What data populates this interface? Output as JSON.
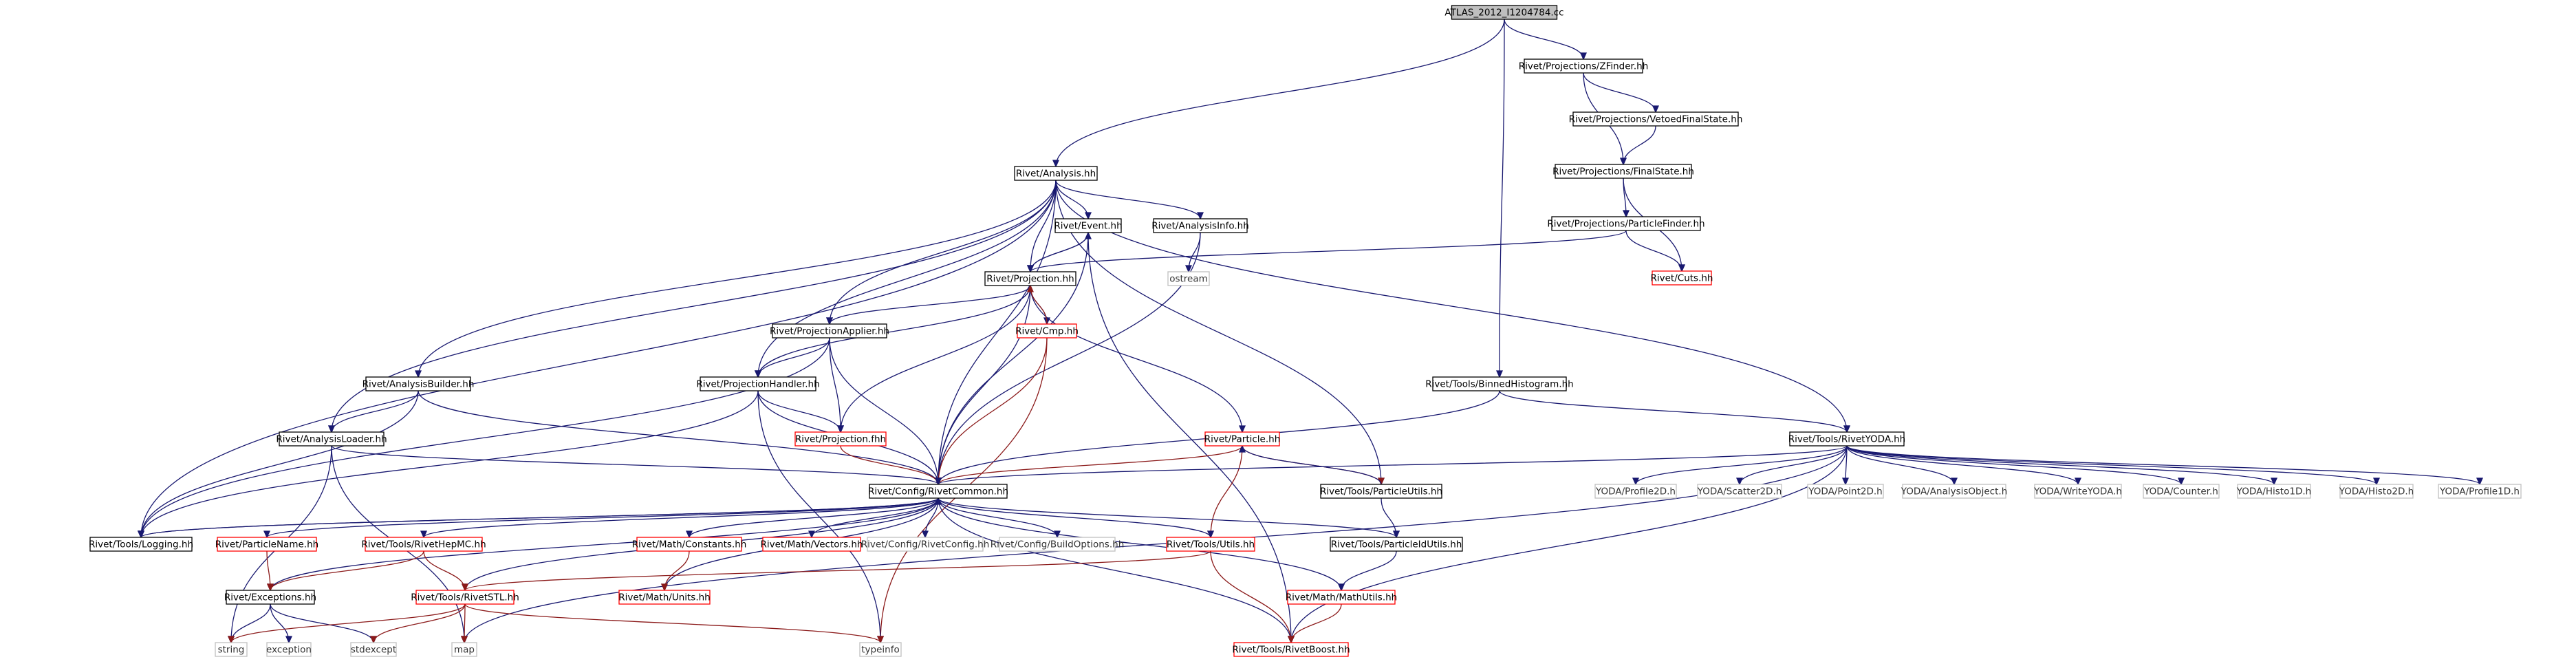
{
  "colors": {
    "edge": "#191970",
    "edge_red": "#8b1a1a",
    "black_border": "#000000",
    "red_border": "#ff0000",
    "gray_border": "#bfbfbf",
    "root_fill": "#bfbfbf",
    "node_fill": "#ffffff"
  },
  "nodes": [
    {
      "id": "root",
      "label": "ATLAS_2012_I1204784.cc",
      "style": "root"
    },
    {
      "id": "zfinder",
      "label": "Rivet/Projections/ZFinder.hh",
      "style": "black"
    },
    {
      "id": "vetoed",
      "label": "Rivet/Projections/VetoedFinalState.hh",
      "style": "black"
    },
    {
      "id": "finalstate",
      "label": "Rivet/Projections/FinalState.hh",
      "style": "black"
    },
    {
      "id": "partfinder",
      "label": "Rivet/Projections/ParticleFinder.hh",
      "style": "black"
    },
    {
      "id": "cuts",
      "label": "Rivet/Cuts.hh",
      "style": "red"
    },
    {
      "id": "analysis",
      "label": "Rivet/Analysis.hh",
      "style": "black"
    },
    {
      "id": "event",
      "label": "Rivet/Event.hh",
      "style": "black"
    },
    {
      "id": "analysisinfo",
      "label": "Rivet/AnalysisInfo.hh",
      "style": "black"
    },
    {
      "id": "ostream",
      "label": "ostream",
      "style": "gray"
    },
    {
      "id": "projection",
      "label": "Rivet/Projection.hh",
      "style": "black"
    },
    {
      "id": "projapplier",
      "label": "Rivet/ProjectionApplier.hh",
      "style": "black"
    },
    {
      "id": "cmp",
      "label": "Rivet/Cmp.hh",
      "style": "red"
    },
    {
      "id": "anbuilder",
      "label": "Rivet/AnalysisBuilder.hh",
      "style": "black"
    },
    {
      "id": "projhandler",
      "label": "Rivet/ProjectionHandler.hh",
      "style": "black"
    },
    {
      "id": "binnedhisto",
      "label": "Rivet/Tools/BinnedHistogram.hh",
      "style": "black"
    },
    {
      "id": "anloader",
      "label": "Rivet/AnalysisLoader.hh",
      "style": "black"
    },
    {
      "id": "projfhh",
      "label": "Rivet/Projection.fhh",
      "style": "red"
    },
    {
      "id": "particle",
      "label": "Rivet/Particle.hh",
      "style": "red"
    },
    {
      "id": "rivetyoda",
      "label": "Rivet/Tools/RivetYODA.hh",
      "style": "black"
    },
    {
      "id": "common",
      "label": "Rivet/Config/RivetCommon.hh",
      "style": "black"
    },
    {
      "id": "partutils",
      "label": "Rivet/Tools/ParticleUtils.hh",
      "style": "black"
    },
    {
      "id": "yprofile2d",
      "label": "YODA/Profile2D.h",
      "style": "gray"
    },
    {
      "id": "yscatter2d",
      "label": "YODA/Scatter2D.h",
      "style": "gray"
    },
    {
      "id": "ypoint2d",
      "label": "YODA/Point2D.h",
      "style": "gray"
    },
    {
      "id": "yanobj",
      "label": "YODA/AnalysisObject.h",
      "style": "gray"
    },
    {
      "id": "ywrite",
      "label": "YODA/WriteYODA.h",
      "style": "gray"
    },
    {
      "id": "ycounter",
      "label": "YODA/Counter.h",
      "style": "gray"
    },
    {
      "id": "yhisto1d",
      "label": "YODA/Histo1D.h",
      "style": "gray"
    },
    {
      "id": "yhisto2d",
      "label": "YODA/Histo2D.h",
      "style": "gray"
    },
    {
      "id": "yprofile1d",
      "label": "YODA/Profile1D.h",
      "style": "gray"
    },
    {
      "id": "logging",
      "label": "Rivet/Tools/Logging.hh",
      "style": "black"
    },
    {
      "id": "partname",
      "label": "Rivet/ParticleName.hh",
      "style": "red"
    },
    {
      "id": "hepmc",
      "label": "Rivet/Tools/RivetHepMC.hh",
      "style": "red"
    },
    {
      "id": "constants",
      "label": "Rivet/Math/Constants.hh",
      "style": "red"
    },
    {
      "id": "vectors",
      "label": "Rivet/Math/Vectors.hh",
      "style": "red"
    },
    {
      "id": "rivetconfig",
      "label": "Rivet/Config/RivetConfig.hh",
      "style": "gray"
    },
    {
      "id": "buildopts",
      "label": "Rivet/Config/BuildOptions.hh",
      "style": "gray"
    },
    {
      "id": "utils",
      "label": "Rivet/Tools/Utils.hh",
      "style": "red"
    },
    {
      "id": "partidutils",
      "label": "Rivet/Tools/ParticleIdUtils.hh",
      "style": "black"
    },
    {
      "id": "exceptions",
      "label": "Rivet/Exceptions.hh",
      "style": "black"
    },
    {
      "id": "rivetstl",
      "label": "Rivet/Tools/RivetSTL.hh",
      "style": "red"
    },
    {
      "id": "units",
      "label": "Rivet/Math/Units.hh",
      "style": "red"
    },
    {
      "id": "mathutils",
      "label": "Rivet/Math/MathUtils.hh",
      "style": "red"
    },
    {
      "id": "string",
      "label": "string",
      "style": "gray"
    },
    {
      "id": "exception",
      "label": "exception",
      "style": "gray"
    },
    {
      "id": "stdexcept",
      "label": "stdexcept",
      "style": "gray"
    },
    {
      "id": "map",
      "label": "map",
      "style": "gray"
    },
    {
      "id": "typeinfo",
      "label": "typeinfo",
      "style": "gray"
    },
    {
      "id": "boost",
      "label": "Rivet/Tools/RivetBoost.hh",
      "style": "red"
    }
  ],
  "edges": [
    [
      "root",
      "zfinder"
    ],
    [
      "root",
      "analysis"
    ],
    [
      "root",
      "binnedhisto"
    ],
    [
      "zfinder",
      "vetoed"
    ],
    [
      "zfinder",
      "finalstate"
    ],
    [
      "vetoed",
      "finalstate"
    ],
    [
      "finalstate",
      "partfinder"
    ],
    [
      "finalstate",
      "cuts"
    ],
    [
      "partfinder",
      "cuts"
    ],
    [
      "partfinder",
      "projection"
    ],
    [
      "analysis",
      "event"
    ],
    [
      "analysis",
      "analysisinfo"
    ],
    [
      "analysis",
      "projection"
    ],
    [
      "analysis",
      "projapplier"
    ],
    [
      "analysis",
      "anbuilder"
    ],
    [
      "analysis",
      "projhandler"
    ],
    [
      "analysis",
      "anloader"
    ],
    [
      "analysis",
      "common"
    ],
    [
      "analysis",
      "partutils"
    ],
    [
      "analysis",
      "rivetyoda"
    ],
    [
      "analysis",
      "logging"
    ],
    [
      "event",
      "projection"
    ],
    [
      "event",
      "common"
    ],
    [
      "event",
      "boost"
    ],
    [
      "analysisinfo",
      "ostream"
    ],
    [
      "analysisinfo",
      "common"
    ],
    [
      "projection",
      "event"
    ],
    [
      "projection",
      "cmp"
    ],
    [
      "projection",
      "projapplier"
    ],
    [
      "projection",
      "projhandler"
    ],
    [
      "projection",
      "projfhh"
    ],
    [
      "projection",
      "particle"
    ],
    [
      "projection",
      "common"
    ],
    [
      "cmp",
      "projection"
    ],
    [
      "cmp",
      "common"
    ],
    [
      "cmp",
      "typeinfo"
    ],
    [
      "projapplier",
      "projhandler"
    ],
    [
      "projapplier",
      "projfhh"
    ],
    [
      "projapplier",
      "common"
    ],
    [
      "projapplier",
      "logging"
    ],
    [
      "anbuilder",
      "anloader"
    ],
    [
      "anbuilder",
      "common"
    ],
    [
      "anbuilder",
      "logging"
    ],
    [
      "projhandler",
      "projfhh"
    ],
    [
      "projhandler",
      "common"
    ],
    [
      "projhandler",
      "logging"
    ],
    [
      "projhandler",
      "typeinfo"
    ],
    [
      "anloader",
      "common"
    ],
    [
      "anloader",
      "string"
    ],
    [
      "anloader",
      "map"
    ],
    [
      "projfhh",
      "common"
    ],
    [
      "binnedhisto",
      "common"
    ],
    [
      "binnedhisto",
      "rivetyoda"
    ],
    [
      "particle",
      "common"
    ],
    [
      "particle",
      "partutils"
    ],
    [
      "particle",
      "utils"
    ],
    [
      "rivetyoda",
      "common"
    ],
    [
      "rivetyoda",
      "yprofile2d"
    ],
    [
      "rivetyoda",
      "yscatter2d"
    ],
    [
      "rivetyoda",
      "ypoint2d"
    ],
    [
      "rivetyoda",
      "yanobj"
    ],
    [
      "rivetyoda",
      "ywrite"
    ],
    [
      "rivetyoda",
      "ycounter"
    ],
    [
      "rivetyoda",
      "yhisto1d"
    ],
    [
      "rivetyoda",
      "yhisto2d"
    ],
    [
      "rivetyoda",
      "yprofile1d"
    ],
    [
      "rivetyoda",
      "boost"
    ],
    [
      "rivetyoda",
      "map"
    ],
    [
      "partutils",
      "particle"
    ],
    [
      "partutils",
      "partidutils"
    ],
    [
      "common",
      "logging"
    ],
    [
      "common",
      "partname"
    ],
    [
      "common",
      "hepmc"
    ],
    [
      "common",
      "constants"
    ],
    [
      "common",
      "vectors"
    ],
    [
      "common",
      "rivetconfig"
    ],
    [
      "common",
      "buildopts"
    ],
    [
      "common",
      "utils"
    ],
    [
      "common",
      "partidutils"
    ],
    [
      "common",
      "exceptions"
    ],
    [
      "common",
      "rivetstl"
    ],
    [
      "common",
      "units"
    ],
    [
      "common",
      "mathutils"
    ],
    [
      "common",
      "boost"
    ],
    [
      "partname",
      "exceptions"
    ],
    [
      "hepmc",
      "rivetstl"
    ],
    [
      "hepmc",
      "exceptions"
    ],
    [
      "constants",
      "units"
    ],
    [
      "utils",
      "rivetstl"
    ],
    [
      "utils",
      "boost"
    ],
    [
      "partidutils",
      "mathutils"
    ],
    [
      "mathutils",
      "boost"
    ],
    [
      "exceptions",
      "string"
    ],
    [
      "exceptions",
      "exception"
    ],
    [
      "exceptions",
      "stdexcept"
    ],
    [
      "rivetstl",
      "string"
    ],
    [
      "rivetstl",
      "stdexcept"
    ],
    [
      "rivetstl",
      "map"
    ],
    [
      "rivetstl",
      "typeinfo"
    ],
    [
      "logging",
      "common"
    ]
  ]
}
